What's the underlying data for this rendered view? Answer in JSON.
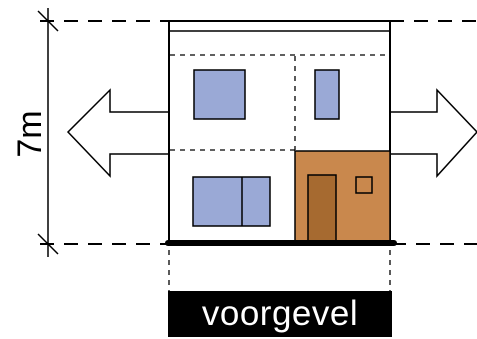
{
  "dimension": {
    "height_label": "7m"
  },
  "caption": "voorgevel",
  "colors": {
    "window": "#9aa9d6",
    "extension": "#c9884d",
    "door": "#a66a30",
    "outline": "#000000",
    "ground": "#000000"
  },
  "icons": [
    "arrow-left",
    "arrow-right"
  ]
}
